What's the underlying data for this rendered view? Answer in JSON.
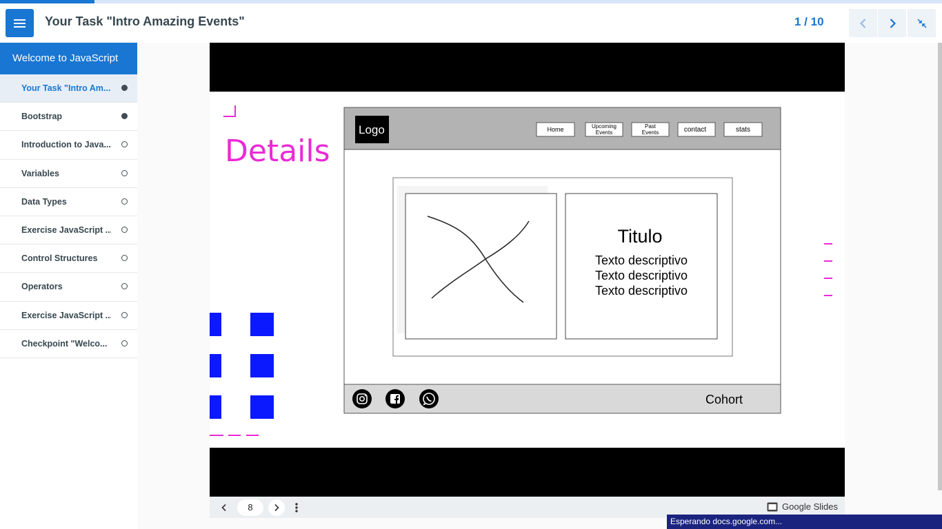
{
  "header": {
    "task_title": "Your Task \"Intro Amazing Events\"",
    "pager": "1 / 10",
    "progress_fraction": 0.1
  },
  "sidebar": {
    "section_title": "Welcome to JavaScript",
    "items": [
      {
        "label": "Your Task \"Intro Am...",
        "status": "done",
        "active": true
      },
      {
        "label": "Bootstrap",
        "status": "done",
        "active": false
      },
      {
        "label": "Introduction to Java...",
        "status": "pending",
        "active": false
      },
      {
        "label": "Variables",
        "status": "pending",
        "active": false
      },
      {
        "label": "Data Types",
        "status": "pending",
        "active": false
      },
      {
        "label": "Exercise JavaScript ...",
        "status": "pending",
        "active": false
      },
      {
        "label": "Control Structures",
        "status": "pending",
        "active": false
      },
      {
        "label": "Operators",
        "status": "pending",
        "active": false
      },
      {
        "label": "Exercise JavaScript ...",
        "status": "pending",
        "active": false
      },
      {
        "label": "Checkpoint \"Welco...",
        "status": "pending",
        "active": false
      }
    ]
  },
  "slide": {
    "heading": "Details",
    "mockup": {
      "logo": "Logo",
      "nav": [
        "Home",
        "Upcoming Events",
        "Past Events",
        "contact",
        "stats"
      ],
      "card_title": "Titulo",
      "card_lines": [
        "Texto descriptivo",
        "Texto descriptivo",
        "Texto descriptivo"
      ],
      "footer_text": "Cohort",
      "social_icons": [
        "instagram-icon",
        "facebook-icon",
        "whatsapp-icon"
      ]
    },
    "accent_color": "#ea2ad6",
    "square_color": "#0a19ff"
  },
  "viewer_bar": {
    "page_number": "8",
    "brand": "Google Slides"
  },
  "status_toast": "Esperando docs.google.com...",
  "colors": {
    "primary": "#1976d2",
    "sidebar_active_bg": "#e8eef6",
    "toast_bg": "#1a237e"
  }
}
